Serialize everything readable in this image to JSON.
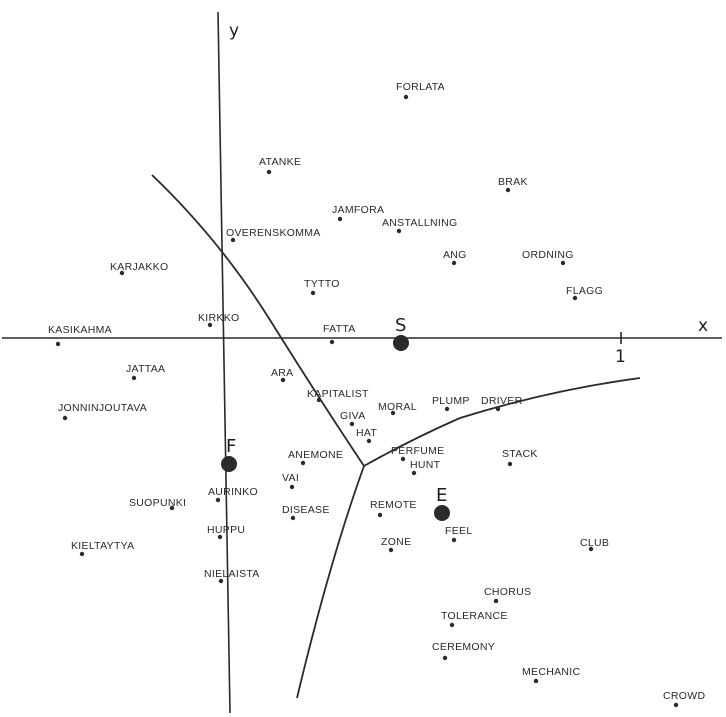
{
  "axes": {
    "x_label": "x",
    "y_label": "y",
    "unit_tick": "1"
  },
  "centroids": [
    {
      "id": "S",
      "label": "S"
    },
    {
      "id": "F",
      "label": "F"
    },
    {
      "id": "E",
      "label": "E"
    }
  ],
  "words": [
    "FORLATA",
    "ATANKE",
    "BRAK",
    "JAMFORA",
    "ANSTALLNING",
    "OVERENSKOMMA",
    "ANG",
    "ORDNING",
    "KARJAKKO",
    "TYTTO",
    "FLAGG",
    "KIRKKO",
    "KASIKAHMA",
    "FATTA",
    "JATTAA",
    "ARA",
    "KAPITALIST",
    "JONNINJOUTAVA",
    "MORAL",
    "PLUMP",
    "DRIVER",
    "GIVA",
    "HAT",
    "ANEMONE",
    "PERFUME",
    "HUNT",
    "STACK",
    "VAI",
    "AURINKO",
    "SUOPUNKI",
    "DISEASE",
    "REMOTE",
    "FEEL",
    "HUPPU",
    "ZONE",
    "CLUB",
    "KIELTAYTYA",
    "NIELAISTA",
    "CHORUS",
    "TOLERANCE",
    "CEREMONY",
    "MECHANIC",
    "CROWD"
  ]
}
